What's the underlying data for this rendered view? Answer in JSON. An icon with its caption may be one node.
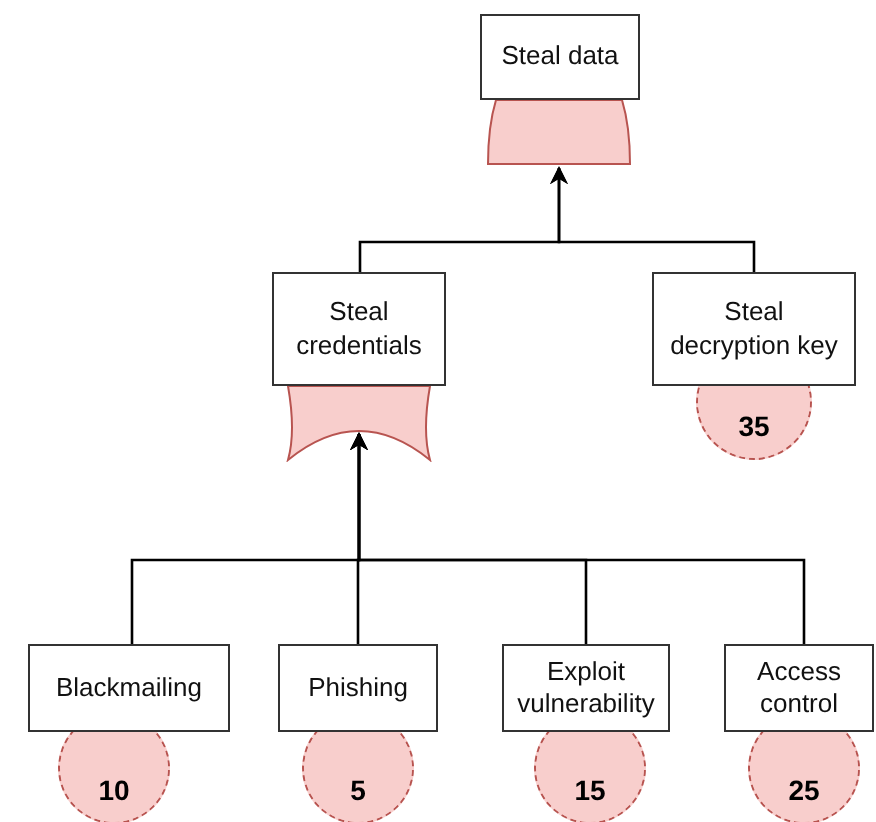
{
  "diagram": {
    "nodes": [
      {
        "text": [
          "Steal data"
        ]
      },
      {
        "text": [],
        "shape": "gate"
      },
      {
        "text": [
          "Steal credentials"
        ]
      },
      {
        "text": [],
        "shape": "gate"
      },
      {
        "text": [
          "Steal decryption key"
        ]
      },
      {
        "text": [
          "35"
        ]
      },
      {
        "text": [
          "Blackmailing"
        ]
      },
      {
        "text": [
          "10"
        ]
      },
      {
        "text": [
          "Phishing"
        ]
      },
      {
        "text": [
          "5"
        ]
      },
      {
        "text": [
          "Exploit vulnerability"
        ]
      },
      {
        "text": [
          "15"
        ]
      },
      {
        "text": [
          "Access control"
        ]
      },
      {
        "text": [
          "25"
        ]
      }
    ],
    "edges": [
      {
        "from": 2,
        "to": 1,
        "arrow": "to"
      },
      {
        "from": 4,
        "to": 1,
        "arrow": "to"
      },
      {
        "from": 6,
        "to": 3,
        "arrow": "to"
      },
      {
        "from": 8,
        "to": 3,
        "arrow": "to"
      },
      {
        "from": 10,
        "to": 3,
        "arrow": "to"
      },
      {
        "from": 12,
        "to": 3,
        "arrow": "to"
      }
    ]
  }
}
